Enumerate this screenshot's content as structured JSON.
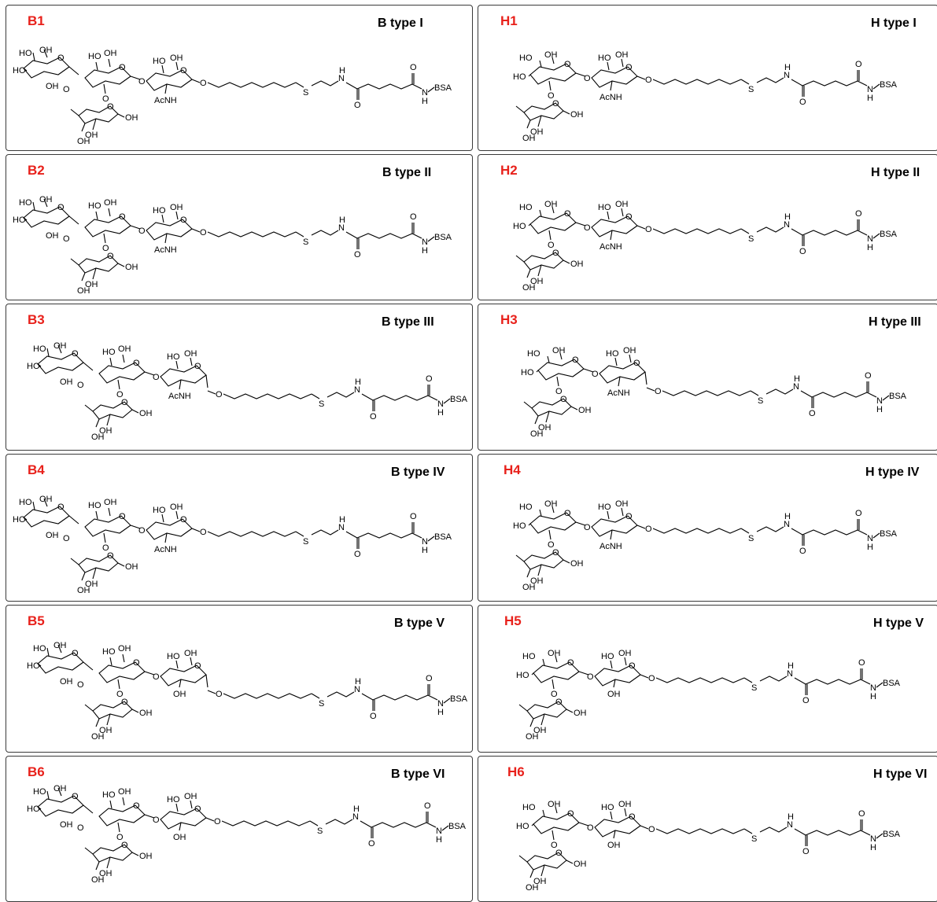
{
  "colors": {
    "panel_id": "#e8211b",
    "border": "#3a3a3a",
    "text": "#000000"
  },
  "panels": [
    {
      "id": "B1",
      "title": "B type I",
      "variant": "b-beta-nac"
    },
    {
      "id": "H1",
      "title": "H type I",
      "variant": "h-beta-nac"
    },
    {
      "id": "B2",
      "title": "B type II",
      "variant": "b-beta-nac"
    },
    {
      "id": "H2",
      "title": "H type II",
      "variant": "h-beta-nac"
    },
    {
      "id": "B3",
      "title": "B type III",
      "variant": "b-alpha-nac"
    },
    {
      "id": "H3",
      "title": "H type III",
      "variant": "h-alpha-nac"
    },
    {
      "id": "B4",
      "title": "B type IV",
      "variant": "b-beta-nac"
    },
    {
      "id": "H4",
      "title": "H type IV",
      "variant": "h-beta-nac"
    },
    {
      "id": "B5",
      "title": "B type V",
      "variant": "b-alpha-oh"
    },
    {
      "id": "H5",
      "title": "H type V",
      "variant": "h-beta-oh"
    },
    {
      "id": "B6",
      "title": "B type VI",
      "variant": "b-beta-oh"
    },
    {
      "id": "H6",
      "title": "H type VI",
      "variant": "h-beta-oh"
    }
  ],
  "labels": {
    "ho": "HO",
    "oh": "OH",
    "o": "O",
    "acnh": "AcNH",
    "s": "S",
    "n": "N",
    "h": "H",
    "bsa": "BSA"
  }
}
